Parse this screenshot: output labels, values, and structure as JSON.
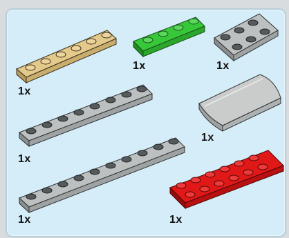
{
  "parts": [
    {
      "id": "plate-1x6-tan",
      "quantity": "1x",
      "color": "#e3c98a"
    },
    {
      "id": "plate-1x4-green",
      "quantity": "1x",
      "color": "#37c83a"
    },
    {
      "id": "plate-2x3-light-gray",
      "quantity": "1x",
      "color": "#bcc0c1"
    },
    {
      "id": "plate-1x8-light-gray",
      "quantity": "1x",
      "color": "#bcc0c1"
    },
    {
      "id": "slope-curved-light-gray",
      "quantity": "1x",
      "color": "#c9cccb"
    },
    {
      "id": "plate-1x10-light-gray",
      "quantity": "1x",
      "color": "#bcc0c1"
    },
    {
      "id": "plate-2x6-red",
      "quantity": "1x",
      "color": "#e01818"
    }
  ],
  "colors": {
    "panel_background": "#d5edf8",
    "panel_border": "#b8cdd8",
    "page_background": "#d9dcdf"
  }
}
